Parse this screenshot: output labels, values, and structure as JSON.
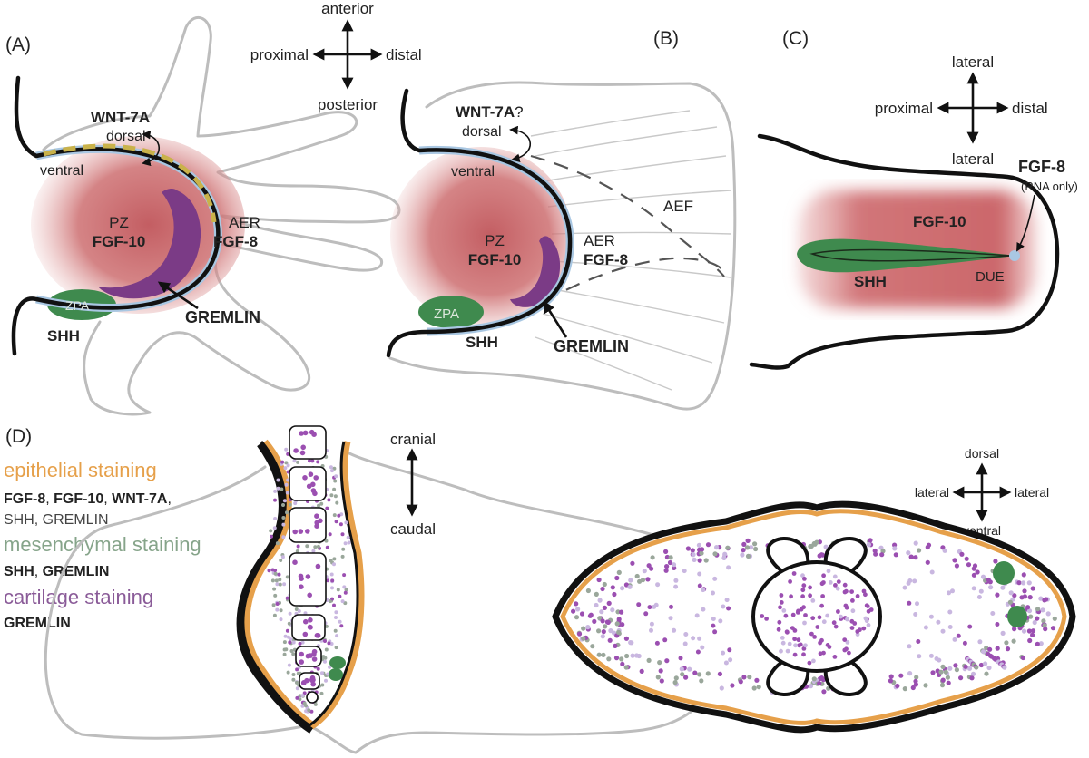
{
  "colors": {
    "pz_red": "#c0555a",
    "purple": "#7b3b86",
    "green": "#3f8a4e",
    "aer_blue": "#a9c7e2",
    "orange": "#e6a04a",
    "wnt_yellow": "#c9b24a",
    "mesenchymal_text": "#86a48a",
    "cartilage_text": "#8a5b98",
    "dot_purple": "#9b4fb1",
    "dot_lilac": "#c9b7e0",
    "dot_grey": "#9aa79b"
  },
  "panelA": {
    "label": "(A)",
    "compass": {
      "top": "anterior",
      "left": "proximal",
      "right": "distal",
      "bottom": "posterior"
    },
    "wnt": "WNT-7A",
    "dorsal": "dorsal",
    "ventral": "ventral",
    "pz": "PZ",
    "fgf10": "FGF-10",
    "aer": "AER",
    "fgf8": "FGF-8",
    "zpa": "ZPA",
    "shh": "SHH",
    "gremlin": "GREMLIN"
  },
  "panelB": {
    "label": "(B)",
    "wnt": "WNT-7A",
    "wnt_q": "?",
    "dorsal": "dorsal",
    "ventral": "ventral",
    "pz": "PZ",
    "fgf10": "FGF-10",
    "aer": "AER",
    "fgf8": "FGF-8",
    "aef": "AEF",
    "zpa": "ZPA",
    "shh": "SHH",
    "gremlin": "GREMLIN"
  },
  "panelC": {
    "label": "(C)",
    "compass": {
      "top": "lateral",
      "left": "proximal",
      "right": "distal",
      "bottom": "lateral"
    },
    "fgf8": "FGF-8",
    "rna_only": "(RNA only)",
    "fgf10": "FGF-10",
    "shh": "SHH",
    "due": "DUE"
  },
  "panelD": {
    "label": "(D)",
    "compass_side": {
      "top": "cranial",
      "bottom": "caudal"
    },
    "compass_section": {
      "top": "dorsal",
      "left": "lateral",
      "right": "lateral",
      "bottom": "ventral"
    },
    "legend": {
      "epithelial_title": "epithelial staining",
      "epi_fgf8": "FGF-8",
      "epi_sep1": ", ",
      "epi_fgf10": "FGF-10",
      "epi_sep2": ", ",
      "epi_wnt": "WNT-7A",
      "epi_sep3": ",",
      "epi_line2": "SHH, GREMLIN",
      "mesenchymal_title": "mesenchymal staining",
      "mes_shh": "SHH",
      "mes_sep": ", ",
      "mes_gremlin": "GREMLIN",
      "cartilage_title": "cartilage staining",
      "cart_gremlin": "GREMLIN"
    }
  }
}
